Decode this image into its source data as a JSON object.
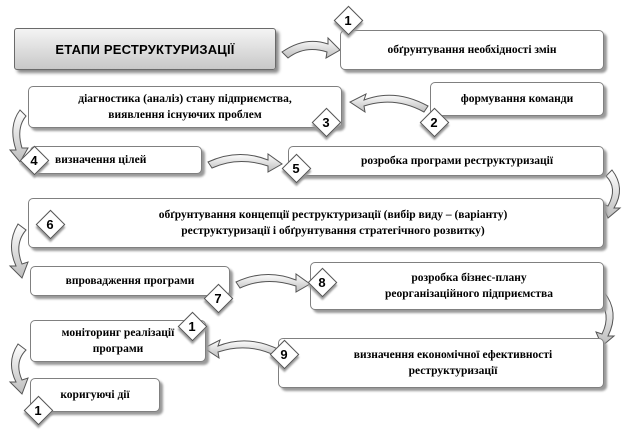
{
  "title": "ЕТАПИ РЕСТРУКТУРИЗАЦІЇ",
  "steps": [
    {
      "number": "1",
      "text": "обґрунтування необхідності змін"
    },
    {
      "number": "2",
      "text": "формування команди"
    },
    {
      "number": "3",
      "lines": [
        "діагностика (аналіз) стану підприємства,",
        "виявлення існуючих проблем"
      ]
    },
    {
      "number": "4",
      "text": "визначення цілей"
    },
    {
      "number": "5",
      "text": "розробка програми реструктуризації"
    },
    {
      "number": "6",
      "lines": [
        "обґрунтування концепції реструктуризації (вибір виду – (варіанту)",
        "реструктуризації і обґрунтування стратегічного розвитку)"
      ]
    },
    {
      "number": "7",
      "text": "впровадження програми"
    },
    {
      "number": "8",
      "lines": [
        "розробка бізнес-плану",
        "реорганізаційного підприємства"
      ]
    },
    {
      "number": "1",
      "lines": [
        "моніторинг реалізації",
        "програми"
      ]
    },
    {
      "number": "9",
      "lines": [
        "визначення економічної ефективності",
        "реструктуризації"
      ]
    },
    {
      "number": "1",
      "text": "коригуючі дії"
    }
  ]
}
